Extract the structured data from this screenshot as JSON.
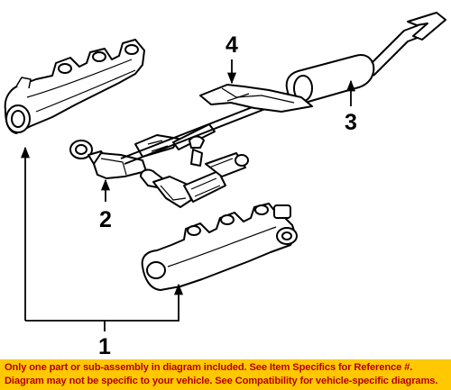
{
  "callouts": {
    "c1": "1",
    "c2": "2",
    "c3": "3",
    "c4": "4"
  },
  "disclaimer": {
    "line1": "Only one part or sub-assembly in diagram included. See Item Specifics for Reference #.",
    "line2": "Diagram may not be specific to your vehicle. See Compatibility for vehicle-specific diagrams."
  },
  "colors": {
    "footer_background": "#ffc800",
    "footer_text": "#b40000",
    "line_art": "#000000"
  }
}
